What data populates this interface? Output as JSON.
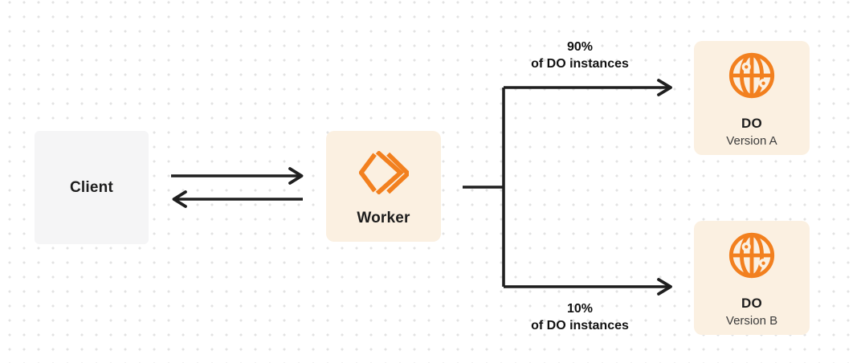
{
  "colors": {
    "accent": "#f2801f",
    "line": "#1f1f1f",
    "text": "#1d1d1d",
    "text_secondary": "#3c3c3c",
    "box_cream": "#fbf0e1",
    "box_gray": "#f5f5f6",
    "dot_grid": "#e2e2e2"
  },
  "nodes": {
    "client": {
      "label": "Client"
    },
    "worker": {
      "label": "Worker",
      "icon": "cloudflare-workers-icon"
    },
    "do_a": {
      "name": "DO",
      "version": "Version A",
      "icon": "durable-object-globe-icon"
    },
    "do_b": {
      "name": "DO",
      "version": "Version B",
      "icon": "durable-object-globe-icon"
    }
  },
  "edges": {
    "client_worker": {
      "type": "bidirectional-arrows"
    },
    "to_do_a": {
      "percent": "90%",
      "caption": "of DO instances"
    },
    "to_do_b": {
      "percent": "10%",
      "caption": "of DO instances"
    }
  }
}
